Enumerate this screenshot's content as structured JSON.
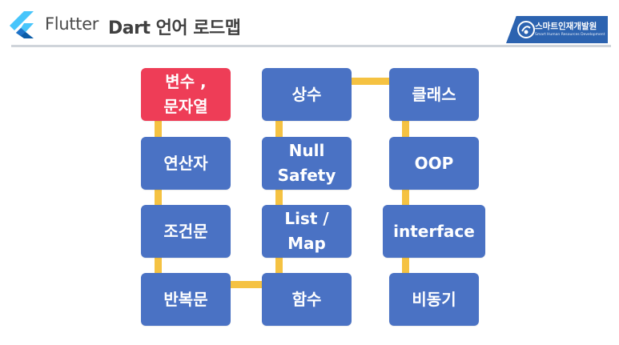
{
  "header": {
    "brand": "Flutter",
    "title": "Dart 언어 로드맵",
    "org_name": "스마트인재개발원",
    "org_sub": "Smart Human Resources Development"
  },
  "colors": {
    "node": "#4a72c4",
    "node_highlight": "#ee3d57",
    "connector": "#f5c242",
    "badge": "#2c63b0"
  },
  "roadmap": {
    "nodes": [
      {
        "id": "variables",
        "label": "변수 ,\n문자열",
        "highlight": true
      },
      {
        "id": "operators",
        "label": "연산자"
      },
      {
        "id": "conditionals",
        "label": "조건문"
      },
      {
        "id": "loops",
        "label": "반복문"
      },
      {
        "id": "functions",
        "label": "함수"
      },
      {
        "id": "list-map",
        "label": "List /\nMap"
      },
      {
        "id": "null-safety",
        "label": "Null\nSafety"
      },
      {
        "id": "constants",
        "label": "상수"
      },
      {
        "id": "classes",
        "label": "클래스"
      },
      {
        "id": "oop",
        "label": "OOP"
      },
      {
        "id": "interface",
        "label": "interface"
      },
      {
        "id": "async",
        "label": "비동기"
      }
    ]
  }
}
